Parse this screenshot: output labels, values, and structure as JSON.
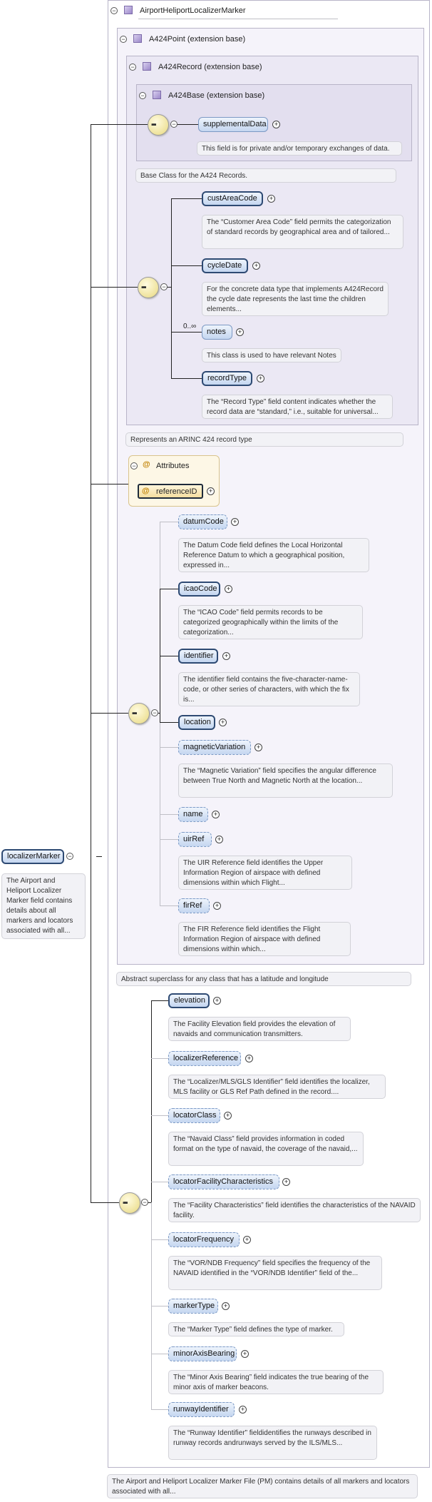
{
  "root": {
    "name": "localizerMarker",
    "doc": "The Airport and Heliport Localizer Marker field contains details about all markers and locators associated with all..."
  },
  "outer": {
    "title": "AirportHeliportLocalizerMarker",
    "doc": "The Airport and Heliport Localizer Marker File (PM) contains details of all markers and locators associated with all..."
  },
  "a424point": {
    "title": "A424Point (extension base)",
    "doc": "Abstract superclass for any class that has a latitude and longitude"
  },
  "a424record": {
    "title": "A424Record (extension base)",
    "doc": "Represents an ARINC 424 record type"
  },
  "a424base": {
    "title": "A424Base (extension base)",
    "doc": "Base Class for the A424 Records."
  },
  "supplemental": {
    "name": "supplementalData",
    "doc": "This field is for private and/or temporary exchanges of data."
  },
  "record_seq": [
    {
      "name": "custAreaCode",
      "doc": "The “Customer Area Code” field permits the categorization of standard records by geographical area and of tailored..."
    },
    {
      "name": "cycleDate",
      "doc": "For the concrete data type that implements A424Record the cycle date represents the last time the children elements..."
    },
    {
      "name": "notes",
      "card": "0..∞",
      "doc": "This class is used to have relevant Notes"
    },
    {
      "name": "recordType",
      "doc": "The “Record Type” field content indicates whether the record data are “standard,” i.e., suitable for universal..."
    }
  ],
  "attributes": {
    "title": "Attributes",
    "name": "referenceID"
  },
  "point_seq": [
    {
      "name": "datumCode",
      "doc": "The Datum Code field defines the Local Horizontal Reference Datum to which a geographical position, expressed in..."
    },
    {
      "name": "icaoCode",
      "doc": "The “ICAO Code” field permits records to be categorized geographically within the limits of the categorization..."
    },
    {
      "name": "identifier",
      "doc": "The identifier field contains the five-character-name-code, or other series of characters, with which the fix is..."
    },
    {
      "name": "location"
    },
    {
      "name": "magneticVariation",
      "doc": "The “Magnetic Variation” field specifies the angular difference between True North and Magnetic North at the location..."
    },
    {
      "name": "name"
    },
    {
      "name": "uirRef",
      "doc": "The UIR Reference field identifies the Upper Information Region of airspace with defined dimensions within which Flight..."
    },
    {
      "name": "firRef",
      "doc": "The FIR Reference field identifies the Flight Information Region of airspace with defined dimensions within which..."
    }
  ],
  "marker_seq": [
    {
      "name": "elevation",
      "doc": "The Facility Elevation field provides the elevation of navaids and communication transmitters."
    },
    {
      "name": "localizerReference",
      "doc": "The “Localizer/MLS/GLS Identifier” field identifies the localizer, MLS facility or GLS Ref Path defined in the record...."
    },
    {
      "name": "locatorClass",
      "doc": "The “Navaid Class” field provides information in coded format on the type of navaid, the coverage of the navaid,..."
    },
    {
      "name": "locatorFacilityCharacteristics",
      "doc": "The “Facility Characteristics” field identifies the characteristics of the NAVAID facility."
    },
    {
      "name": "locatorFrequency",
      "doc": "The “VOR/NDB Frequency” field specifies the frequency of the NAVAID identified in the “VOR/NDB Identifier” field of the..."
    },
    {
      "name": "markerType",
      "doc": "The “Marker Type” field defines the type of marker."
    },
    {
      "name": "minorAxisBearing",
      "doc": "The “Minor Axis Bearing” field indicates the true bearing of the minor axis of marker beacons."
    },
    {
      "name": "runwayIdentifier",
      "doc": "The “Runway Identifier” fieldidentifies the runways described in runway records andrunways served by the ILS/MLS..."
    }
  ],
  "symbols": {
    "collapse": "−",
    "expand": "+",
    "attr": "@"
  }
}
